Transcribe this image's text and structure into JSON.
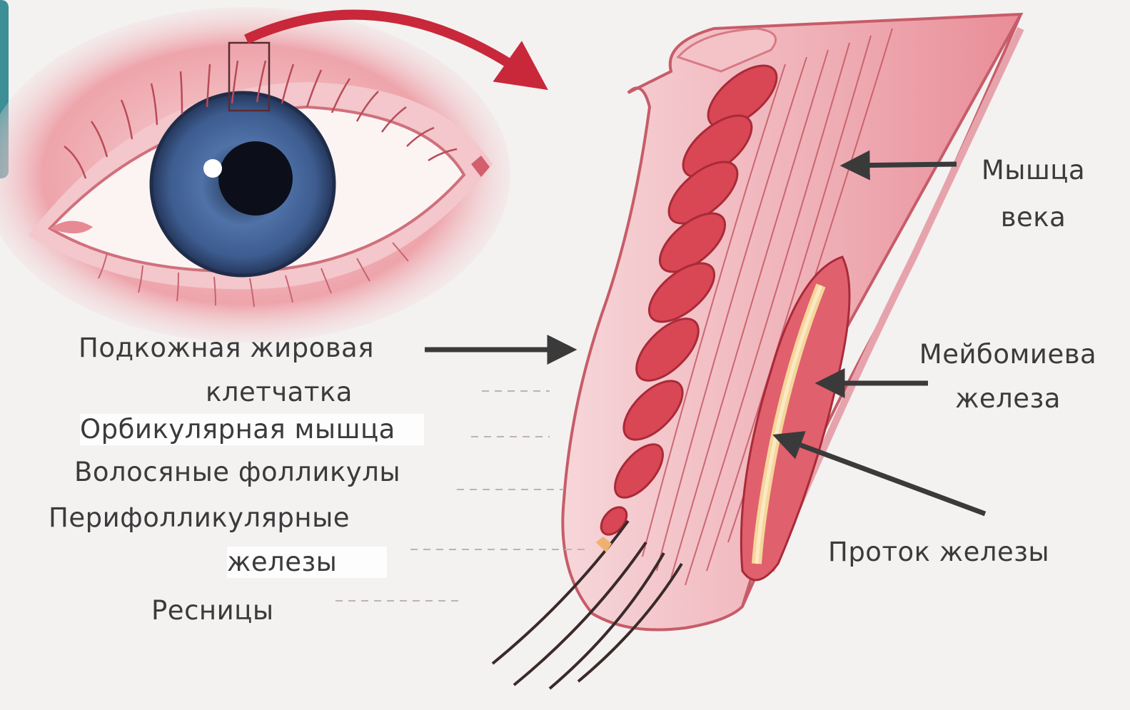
{
  "labels": {
    "eyelid_muscle": "Мышца\nвека",
    "subcutaneous_fat_1": "Подкожная жировая",
    "subcutaneous_fat_2": "клетчатка",
    "orbicular_muscle": "Орбикулярная мышца",
    "hair_follicles": "Волосяные фолликулы",
    "perifollicular_1": "Перифолликулярные",
    "perifollicular_2": "железы",
    "eyelashes": "Ресницы",
    "meibomian_gland": "Мейбомиева\nжелеза",
    "gland_duct": "Проток железы"
  },
  "colors": {
    "background": "#f4f1f1",
    "tissue_pink": "#f2b9bf",
    "muscle_red": "#d94654",
    "arrow_dark": "#3a3a3a",
    "curve_arrow_red": "#c8283a",
    "iris_blue": "#3d5c8f",
    "edge_tab": "#3c8f96"
  }
}
